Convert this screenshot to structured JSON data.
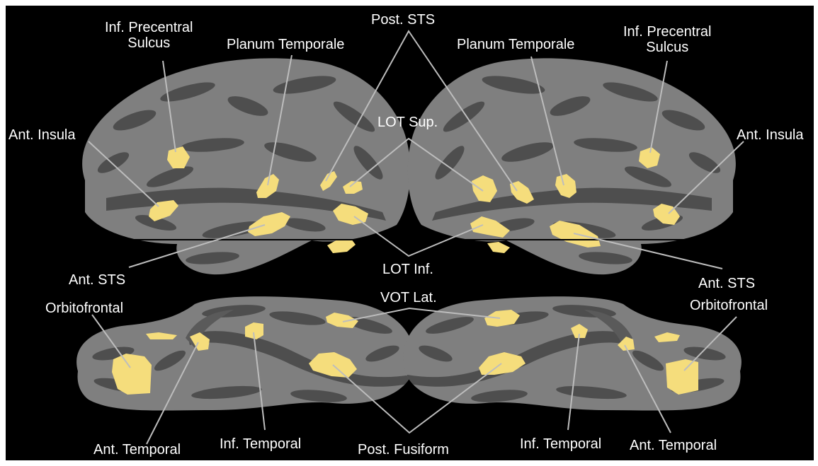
{
  "colors": {
    "background": "#000000",
    "cortex_gyri": "#7f7f7f",
    "cortex_sulci": "#4e4e4e",
    "activation": "#f5dd7c",
    "leader_line": "#bdbdbd",
    "label_text": "#ffffff"
  },
  "labels": {
    "left_ant_insula": "Ant. Insula",
    "left_inf_precentral": "Inf. Precentral\nSulcus",
    "left_planum_temporale": "Planum Temporale",
    "post_sts": "Post. STS",
    "lot_sup": "LOT Sup.",
    "right_planum_temporale": "Planum Temporale",
    "right_inf_precentral": "Inf. Precentral\nSulcus",
    "right_ant_insula": "Ant. Insula",
    "left_ant_sts": "Ant. STS",
    "lot_inf": "LOT Inf.",
    "right_ant_sts": "Ant. STS",
    "left_orbitofrontal": "Orbitofrontal",
    "vot_lat": "VOT Lat.",
    "right_orbitofrontal": "Orbitofrontal",
    "left_ant_temporal": "Ant. Temporal",
    "left_inf_temporal": "Inf. Temporal",
    "post_fusiform": "Post. Fusiform",
    "right_inf_temporal": "Inf. Temporal",
    "right_ant_temporal": "Ant. Temporal"
  }
}
